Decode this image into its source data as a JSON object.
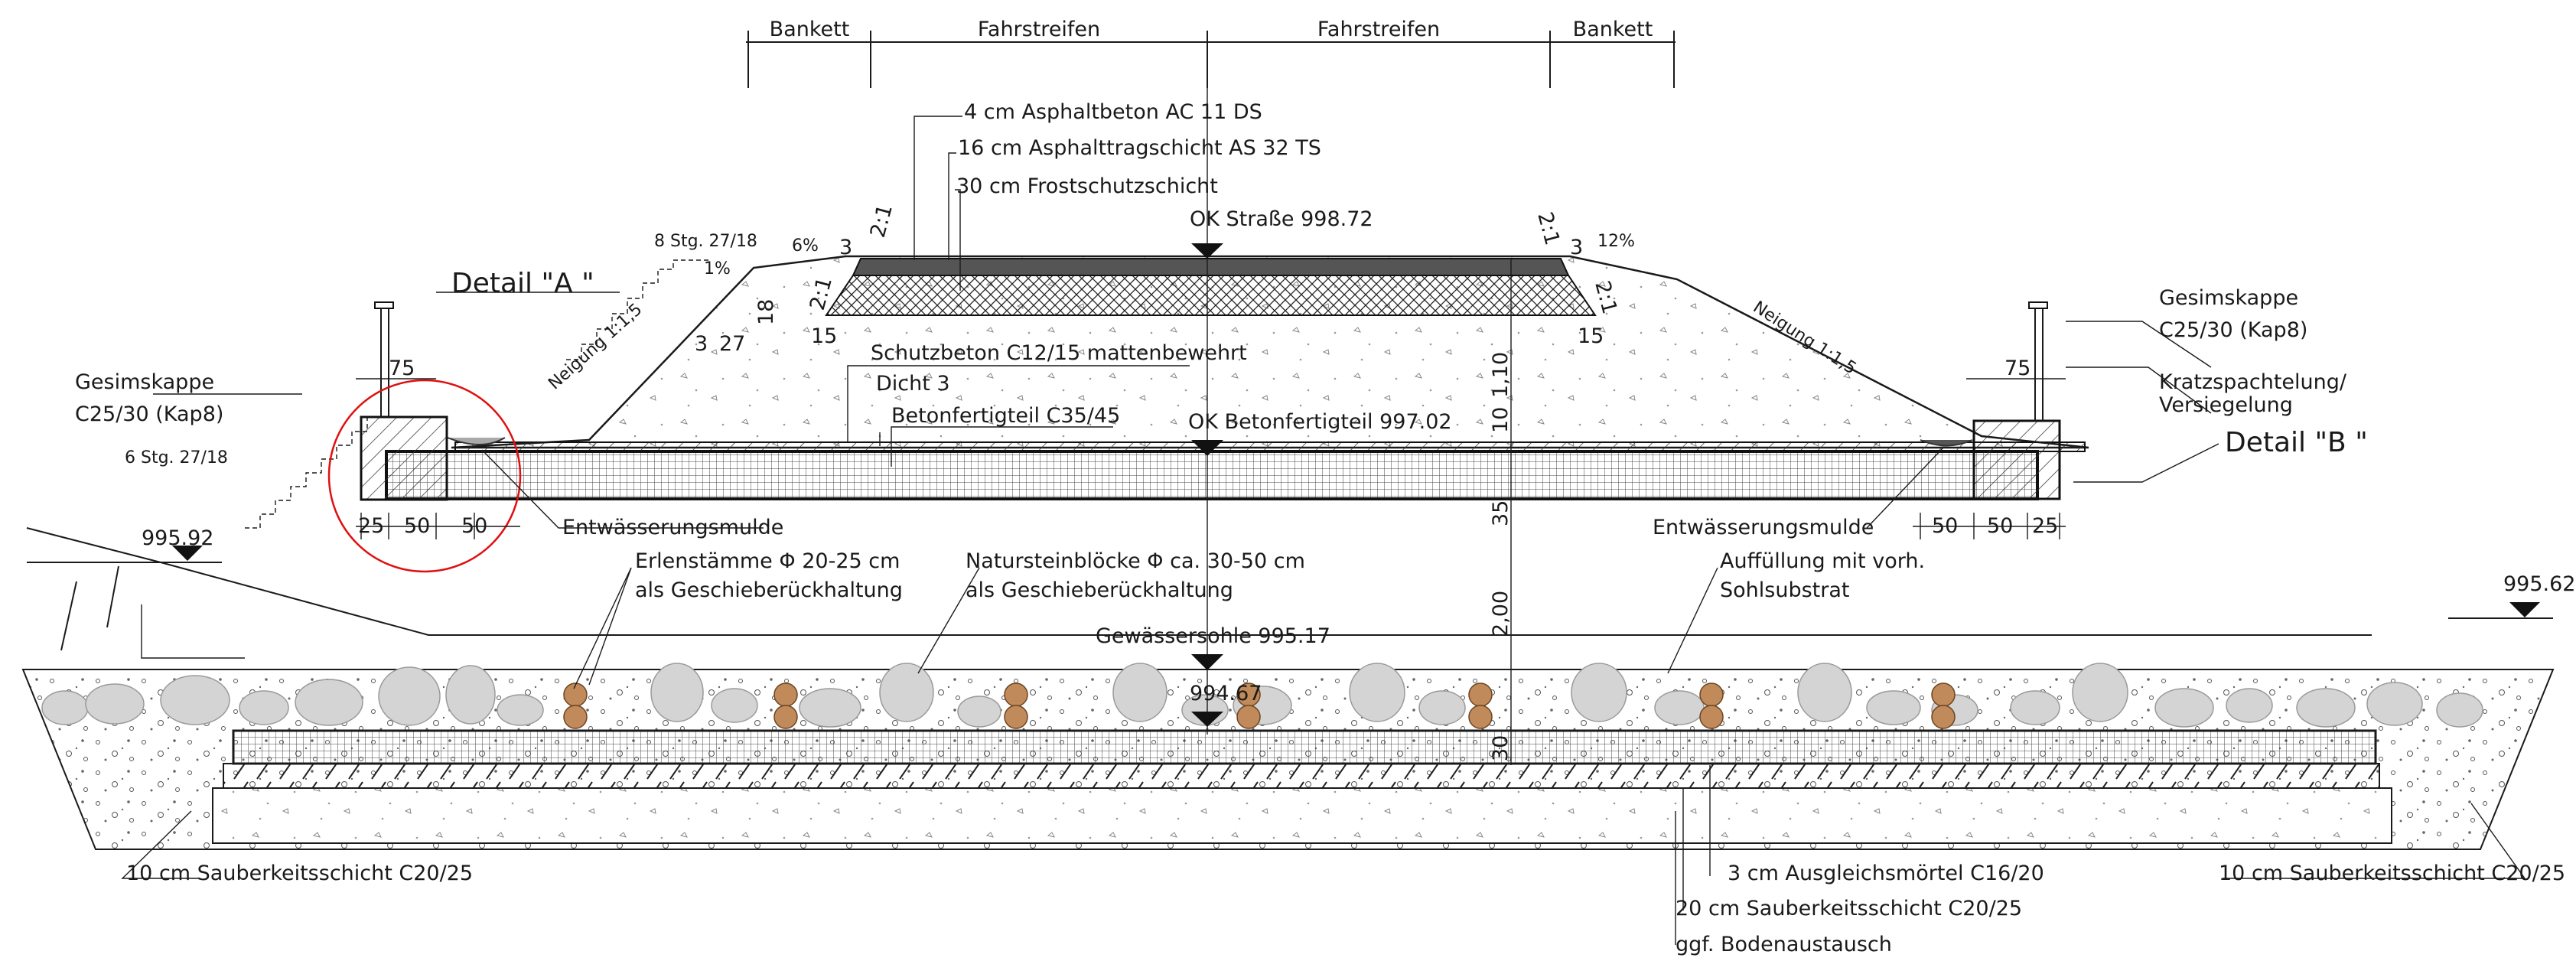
{
  "lanes": {
    "bankett_left": "Bankett",
    "lane_left": "Fahrstreifen",
    "lane_right": "Fahrstreifen",
    "bankett_right": "Bankett"
  },
  "layers": {
    "asphalt_top": "4 cm Asphaltbeton AC 11 DS",
    "asphalt_base": "16 cm Asphalttragschicht AS 32 TS",
    "frost": "30 cm Frostschutzschicht",
    "ok_strasse": "OK Straße 998.72",
    "schutzbeton": "Schutzbeton C12/15 mattenbewehrt",
    "dicht": "Dicht 3",
    "betonfertigteil": "Betonfertigteil C35/45",
    "ok_betonfertigteil": "OK Betonfertigteil 997.02"
  },
  "left": {
    "stairs_top": "8 Stg. 27/18",
    "stairs_lower": "6 Stg. 27/18",
    "slope_small": "1%",
    "slope_top": "6%",
    "neigung": "Neigung 1:1,5",
    "detail": "Detail \"A \"",
    "gesims_1": "Gesimskappe",
    "gesims_2": "C25/30 (Kap8)",
    "mulde": "Entwässerungsmulde",
    "level": "995.92"
  },
  "right": {
    "slope_top": "12%",
    "neigung": "Neigung 1:1,5",
    "gesims_1": "Gesimskappe",
    "gesims_2": "C25/30 (Kap8)",
    "kratz_1": "Kratzspachtelung/",
    "kratz_2": "Versiegelung",
    "detail": "Detail \"B \"",
    "mulde": "Entwässerungsmulde",
    "level": "995.62"
  },
  "stream": {
    "erlen_1": "Erlenstämme Φ 20-25 cm",
    "erlen_2": "als Geschieberückhaltung",
    "natur_1": "Natursteinblöcke Φ ca. 30-50 cm",
    "natur_2": "als Geschieberückhaltung",
    "auff_1": "Auffüllung mit vorh.",
    "auff_2": "Sohlsubstrat",
    "sohle": "Gewässersohle  995.17",
    "level": "994.67"
  },
  "bottom": {
    "sauber_left": "10 cm Sauberkeitsschicht C20/25",
    "sauber_right": "10 cm Sauberkeitsschicht C20/25",
    "ausgleich": "3 cm Ausgleichsmörtel C16/20",
    "sauber_mid": "20 cm Sauberkeitsschicht C20/25",
    "boden": "ggf. Bodenaustausch"
  },
  "dims": {
    "d15l": "15",
    "d15r": "15",
    "d21a": "2:1",
    "d21b": "2:1",
    "d21c": "2:1",
    "d21d": "2:1",
    "d3a": "3",
    "d3b": "3",
    "d18": "18",
    "d3c": "3",
    "d27": "27",
    "d75l": "75",
    "d75r": "75",
    "d25l": "25",
    "d50l1": "50",
    "d50l2": "50",
    "d50r1": "50",
    "d50r2": "50",
    "d25r": "25",
    "v110": "1,10",
    "v10": "10",
    "v35": "35",
    "v200": "2,00",
    "v30": "30"
  }
}
